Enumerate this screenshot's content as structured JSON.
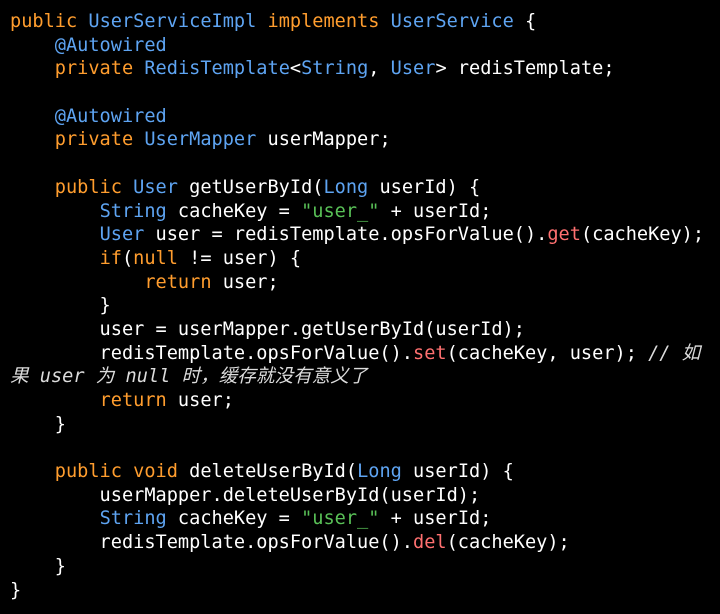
{
  "colors": {
    "background": "#000000",
    "plain": "#ffffff",
    "keyword": "#ff9d2e",
    "type": "#5ea4f2",
    "string": "#59c157",
    "annotation": "#5ea4f2",
    "method": "#ff7070",
    "comment": "#dcdcdc"
  },
  "lines": [
    [
      [
        "k",
        "public"
      ],
      [
        "p",
        " "
      ],
      [
        "t",
        "UserServiceImpl"
      ],
      [
        "p",
        " "
      ],
      [
        "k",
        "implements"
      ],
      [
        "p",
        " "
      ],
      [
        "t",
        "UserService"
      ],
      [
        "p",
        " {"
      ]
    ],
    [
      [
        "p",
        "    "
      ],
      [
        "a",
        "@Autowired"
      ]
    ],
    [
      [
        "p",
        "    "
      ],
      [
        "k",
        "private"
      ],
      [
        "p",
        " "
      ],
      [
        "t",
        "RedisTemplate"
      ],
      [
        "p",
        "<"
      ],
      [
        "t",
        "String"
      ],
      [
        "p",
        ", "
      ],
      [
        "t",
        "User"
      ],
      [
        "p",
        "> redisTemplate;"
      ]
    ],
    [],
    [
      [
        "p",
        "    "
      ],
      [
        "a",
        "@Autowired"
      ]
    ],
    [
      [
        "p",
        "    "
      ],
      [
        "k",
        "private"
      ],
      [
        "p",
        " "
      ],
      [
        "t",
        "UserMapper"
      ],
      [
        "p",
        " userMapper;"
      ]
    ],
    [],
    [
      [
        "p",
        "    "
      ],
      [
        "k",
        "public"
      ],
      [
        "p",
        " "
      ],
      [
        "t",
        "User"
      ],
      [
        "p",
        " getUserById("
      ],
      [
        "t",
        "Long"
      ],
      [
        "p",
        " userId) {"
      ]
    ],
    [
      [
        "p",
        "        "
      ],
      [
        "t",
        "String"
      ],
      [
        "p",
        " cacheKey = "
      ],
      [
        "s",
        "\"user_\""
      ],
      [
        "p",
        " + userId;"
      ]
    ],
    [
      [
        "p",
        "        "
      ],
      [
        "t",
        "User"
      ],
      [
        "p",
        " user = redisTemplate.opsForValue()."
      ],
      [
        "m",
        "get"
      ],
      [
        "p",
        "(cacheKey);"
      ]
    ],
    [
      [
        "p",
        "        "
      ],
      [
        "k",
        "if"
      ],
      [
        "p",
        "("
      ],
      [
        "k",
        "null"
      ],
      [
        "p",
        " != user) {"
      ]
    ],
    [
      [
        "p",
        "            "
      ],
      [
        "k",
        "return"
      ],
      [
        "p",
        " user;"
      ]
    ],
    [
      [
        "p",
        "        }"
      ]
    ],
    [
      [
        "p",
        "        user = userMapper.getUserById(userId);"
      ]
    ],
    [
      [
        "p",
        "        redisTemplate.opsForValue()."
      ],
      [
        "m",
        "set"
      ],
      [
        "p",
        "(cacheKey, user); "
      ],
      [
        "c",
        "// 如"
      ]
    ],
    [
      [
        "c",
        "果 user 为 null 时，缓存就没有意义了"
      ]
    ],
    [
      [
        "p",
        "        "
      ],
      [
        "k",
        "return"
      ],
      [
        "p",
        " user;"
      ]
    ],
    [
      [
        "p",
        "    }"
      ]
    ],
    [],
    [
      [
        "p",
        "    "
      ],
      [
        "k",
        "public"
      ],
      [
        "p",
        " "
      ],
      [
        "k",
        "void"
      ],
      [
        "p",
        " deleteUserById("
      ],
      [
        "t",
        "Long"
      ],
      [
        "p",
        " userId) {"
      ]
    ],
    [
      [
        "p",
        "        userMapper.deleteUserById(userId);"
      ]
    ],
    [
      [
        "p",
        "        "
      ],
      [
        "t",
        "String"
      ],
      [
        "p",
        " cacheKey = "
      ],
      [
        "s",
        "\"user_\""
      ],
      [
        "p",
        " + userId;"
      ]
    ],
    [
      [
        "p",
        "        redisTemplate.opsForValue()."
      ],
      [
        "m",
        "del"
      ],
      [
        "p",
        "(cacheKey);"
      ]
    ],
    [
      [
        "p",
        "    }"
      ]
    ],
    [
      [
        "p",
        "}"
      ]
    ]
  ]
}
